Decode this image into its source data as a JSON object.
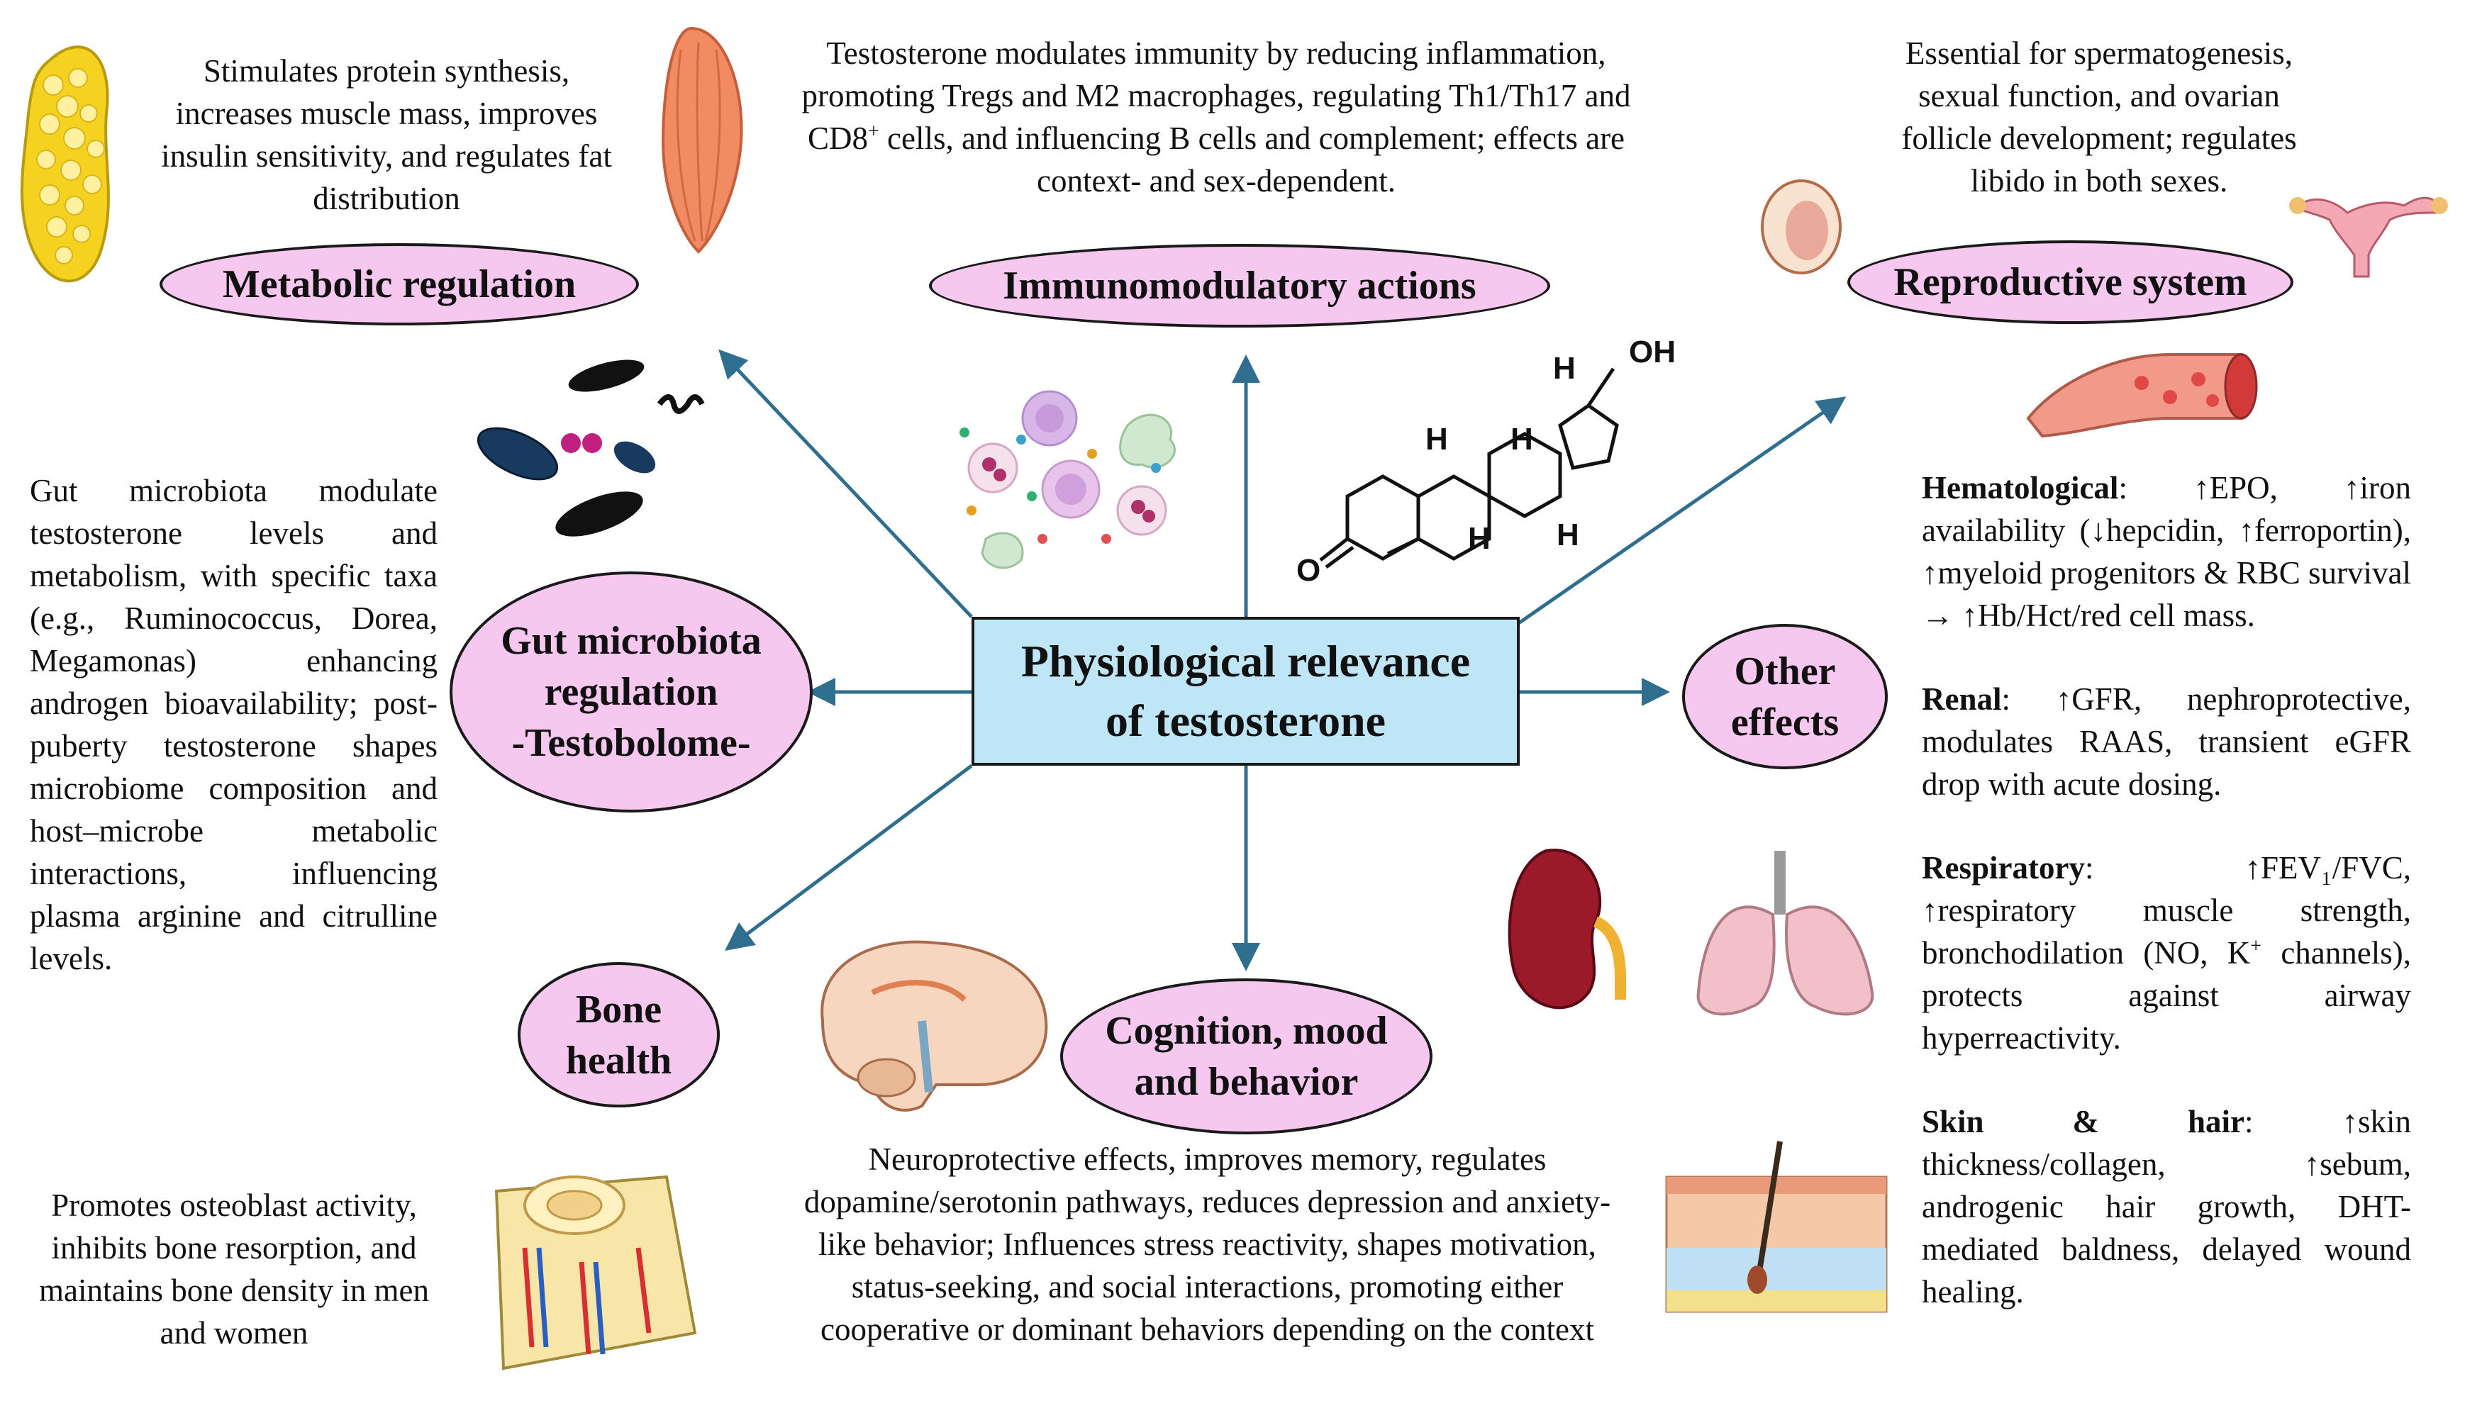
{
  "center": {
    "line1": "Physiological relevance",
    "line2": "of testosterone"
  },
  "nodes": {
    "metabolic": {
      "label": "Metabolic regulation",
      "desc": "Stimulates protein synthesis, increases muscle mass, improves insulin sensitivity, and regulates fat distribution"
    },
    "immuno": {
      "label": "Immunomodulatory actions",
      "desc_a": "Testosterone modulates immunity by reducing inflammation, promoting Tregs and M2 macrophages, regulating Th1/Th17 and CD8",
      "desc_sup": "+",
      "desc_b": " cells, and influencing B cells and complement; effects are context- and sex-dependent."
    },
    "reproductive": {
      "label": "Reproductive system",
      "desc": "Essential for spermatogenesis, sexual function, and ovarian follicle development; regulates libido in both sexes."
    },
    "gut": {
      "label_l1": "Gut microbiota",
      "label_l2": "regulation",
      "label_l3": "-Testobolome-",
      "desc": "Gut microbiota modulate testosterone levels and metabolism, with specific taxa (e.g., Ruminococcus, Dorea, Megamonas) enhancing androgen bioavailability; post-puberty testosterone shapes microbiome composition and host–microbe metabolic interactions, influencing plasma arginine and citrulline levels."
    },
    "other": {
      "label_l1": "Other",
      "label_l2": "effects"
    },
    "bone": {
      "label_l1": "Bone",
      "label_l2": "health",
      "desc": "Promotes osteoblast activity, inhibits bone resorption, and maintains bone density in men and women"
    },
    "cognition": {
      "label_l1": "Cognition, mood",
      "label_l2": "and behavior",
      "desc": "Neuroprotective effects, improves memory, regulates dopamine/serotonin pathways, reduces depression and anxiety-like behavior; Influences stress reactivity, shapes motivation, status-seeking, and social interactions, promoting either cooperative or dominant behaviors depending on the context"
    }
  },
  "other_effects": {
    "hematological": {
      "title": "Hematological",
      "text": ": ↑EPO, ↑iron availability (↓hepcidin, ↑ferroportin), ↑myeloid progenitors & RBC survival → ↑Hb/Hct/red cell mass."
    },
    "renal": {
      "title": "Renal",
      "text": ": ↑GFR, nephroprotective, modulates RAAS, transient eGFR drop with acute dosing."
    },
    "respiratory": {
      "title": "Respiratory",
      "text_a": ": ↑FEV₁/FVC, ↑respiratory muscle strength, bronchodilation (NO, K",
      "sup": "+",
      "text_b": " channels), protects against airway hyperreactivity."
    },
    "skin": {
      "title": "Skin & hair",
      "text": ": ↑skin thickness/collagen, ↑sebum, androgenic hair growth, DHT-mediated baldness, delayed wound healing."
    }
  },
  "molecule": {
    "oh": "OH",
    "o": "O",
    "h1": "H",
    "h2": "H",
    "h3": "H",
    "h4": "H",
    "h5": "H"
  },
  "colors": {
    "ellipse_fill": "#f6c8ef",
    "center_fill": "#bfe6f6",
    "arrow": "#2f6e8e"
  },
  "icons": [
    "adipose-tissue-icon",
    "muscle-icon",
    "immune-cells-icon",
    "testosterone-molecule-icon",
    "testis-icon",
    "uterus-icon",
    "blood-vessel-icon",
    "bacteria-icon",
    "brain-icon",
    "bone-icon",
    "kidney-icon",
    "lungs-icon",
    "skin-hair-icon"
  ]
}
